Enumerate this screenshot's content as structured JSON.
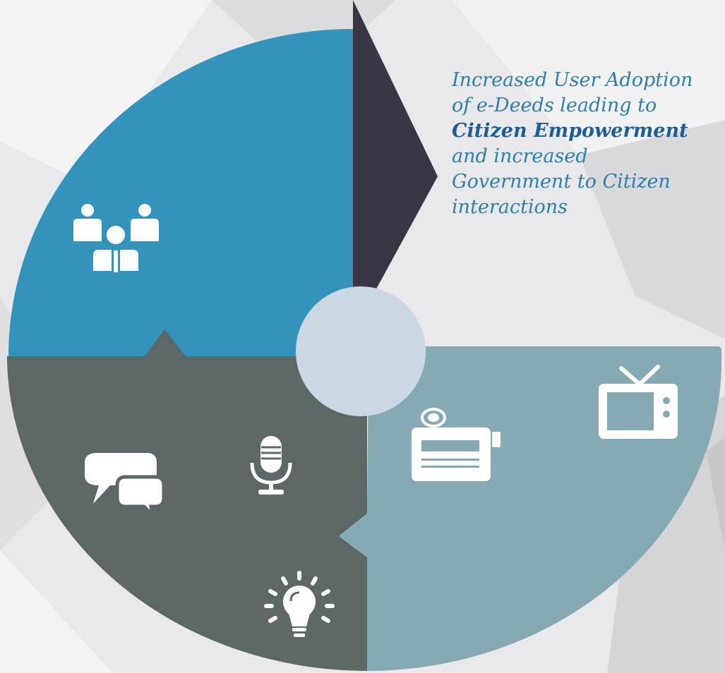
{
  "caption": {
    "line1": "Increased User Adoption",
    "line2": "of e-Deeds leading to",
    "emphasis": "Citizen Empowerment",
    "line4": "and increased",
    "line5": "Government to Citizen",
    "line6": "interactions"
  },
  "colors": {
    "background": "#e9e9eb",
    "top_left_segment": "#3493bb",
    "bottom_left_segment": "#5c6868",
    "bottom_right_segment": "#86aab4",
    "pointer_wedge": "#393645",
    "center_circle": "#cbd8e3",
    "caption_text": "#2f80a8",
    "caption_emphasis": "#1d5f95",
    "icon_fill": "#ffffff"
  },
  "icons": {
    "top_left": [
      "people-group-icon"
    ],
    "bottom_left": [
      "speech-bubbles-icon",
      "microphone-icon",
      "lightbulb-icon"
    ],
    "bottom_right": [
      "video-camera-icon",
      "television-icon"
    ]
  }
}
